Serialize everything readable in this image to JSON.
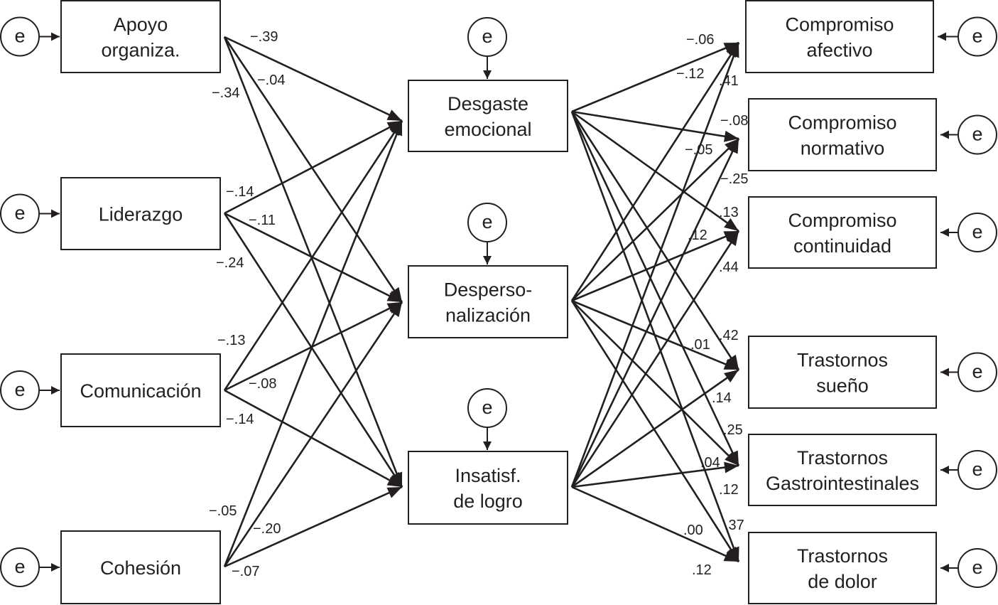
{
  "diagram": {
    "type": "path-model",
    "error_label": "e",
    "predictors": [
      {
        "id": "apoyo",
        "lines": [
          "Apoyo",
          "organiza."
        ]
      },
      {
        "id": "liderazgo",
        "lines": [
          "Liderazgo"
        ]
      },
      {
        "id": "comunicacion",
        "lines": [
          "Comunicación"
        ]
      },
      {
        "id": "cohesion",
        "lines": [
          "Cohesión"
        ]
      }
    ],
    "mediators": [
      {
        "id": "desgaste",
        "lines": [
          "Desgaste",
          "emocional"
        ]
      },
      {
        "id": "despers",
        "lines": [
          "Desperso-",
          "nalización"
        ]
      },
      {
        "id": "insatisf",
        "lines": [
          "Insatisf.",
          "de logro"
        ]
      }
    ],
    "outcomes": [
      {
        "id": "comp_afectivo",
        "lines": [
          "Compromiso",
          "afectivo"
        ]
      },
      {
        "id": "comp_normativo",
        "lines": [
          "Compromiso",
          "normativo"
        ]
      },
      {
        "id": "comp_continuidad",
        "lines": [
          "Compromiso",
          "continuidad"
        ]
      },
      {
        "id": "tr_sueno",
        "lines": [
          "Trastornos",
          "sueño"
        ]
      },
      {
        "id": "tr_gastro",
        "lines": [
          "Trastornos",
          "Gastrointestinales"
        ]
      },
      {
        "id": "tr_dolor",
        "lines": [
          "Trastornos",
          "de dolor"
        ]
      }
    ],
    "left_paths": [
      {
        "from": "apoyo",
        "to": "desgaste",
        "coef": "−.39"
      },
      {
        "from": "apoyo",
        "to": "despers",
        "coef": "−.04"
      },
      {
        "from": "apoyo",
        "to": "insatisf",
        "coef": "−.34"
      },
      {
        "from": "liderazgo",
        "to": "desgaste",
        "coef": "−.14"
      },
      {
        "from": "liderazgo",
        "to": "despers",
        "coef": "−.11"
      },
      {
        "from": "liderazgo",
        "to": "insatisf",
        "coef": "−.24"
      },
      {
        "from": "comunicacion",
        "to": "desgaste",
        "coef": "−.13"
      },
      {
        "from": "comunicacion",
        "to": "despers",
        "coef": "−.08"
      },
      {
        "from": "comunicacion",
        "to": "insatisf",
        "coef": "−.14"
      },
      {
        "from": "cohesion",
        "to": "desgaste",
        "coef": "−.05"
      },
      {
        "from": "cohesion",
        "to": "despers",
        "coef": "−.20"
      },
      {
        "from": "cohesion",
        "to": "insatisf",
        "coef": "−.07"
      }
    ],
    "right_paths": [
      {
        "from": "desgaste",
        "to": "comp_afectivo",
        "coef": "−.06"
      },
      {
        "from": "despers",
        "to": "comp_afectivo",
        "coef": "−.12"
      },
      {
        "from": "insatisf",
        "to": "comp_afectivo",
        "coef": ".41"
      },
      {
        "from": "desgaste",
        "to": "comp_normativo",
        "coef": "−.08"
      },
      {
        "from": "despers",
        "to": "comp_normativo",
        "coef": "−.05"
      },
      {
        "from": "insatisf",
        "to": "comp_normativo",
        "coef": "−.25"
      },
      {
        "from": "desgaste",
        "to": "comp_continuidad",
        "coef": ".13"
      },
      {
        "from": "despers",
        "to": "comp_continuidad",
        "coef": ".12"
      },
      {
        "from": "insatisf",
        "to": "comp_continuidad",
        "coef": ".44"
      },
      {
        "from": "desgaste",
        "to": "tr_sueno",
        "coef": ".42"
      },
      {
        "from": "despers",
        "to": "tr_sueno",
        "coef": ".01"
      },
      {
        "from": "insatisf",
        "to": "tr_sueno",
        "coef": ".14"
      },
      {
        "from": "desgaste",
        "to": "tr_gastro",
        "coef": ".25"
      },
      {
        "from": "insatisf",
        "to": "tr_gastro",
        "coef": ".04"
      },
      {
        "from": "despers",
        "to": "tr_gastro",
        "coef": ".12"
      },
      {
        "from": "desgaste",
        "to": "tr_dolor",
        "coef": ".37"
      },
      {
        "from": "insatisf",
        "to": "tr_dolor",
        "coef": ".00"
      },
      {
        "from": "despers",
        "to": "tr_dolor",
        "coef": ".12"
      }
    ]
  }
}
